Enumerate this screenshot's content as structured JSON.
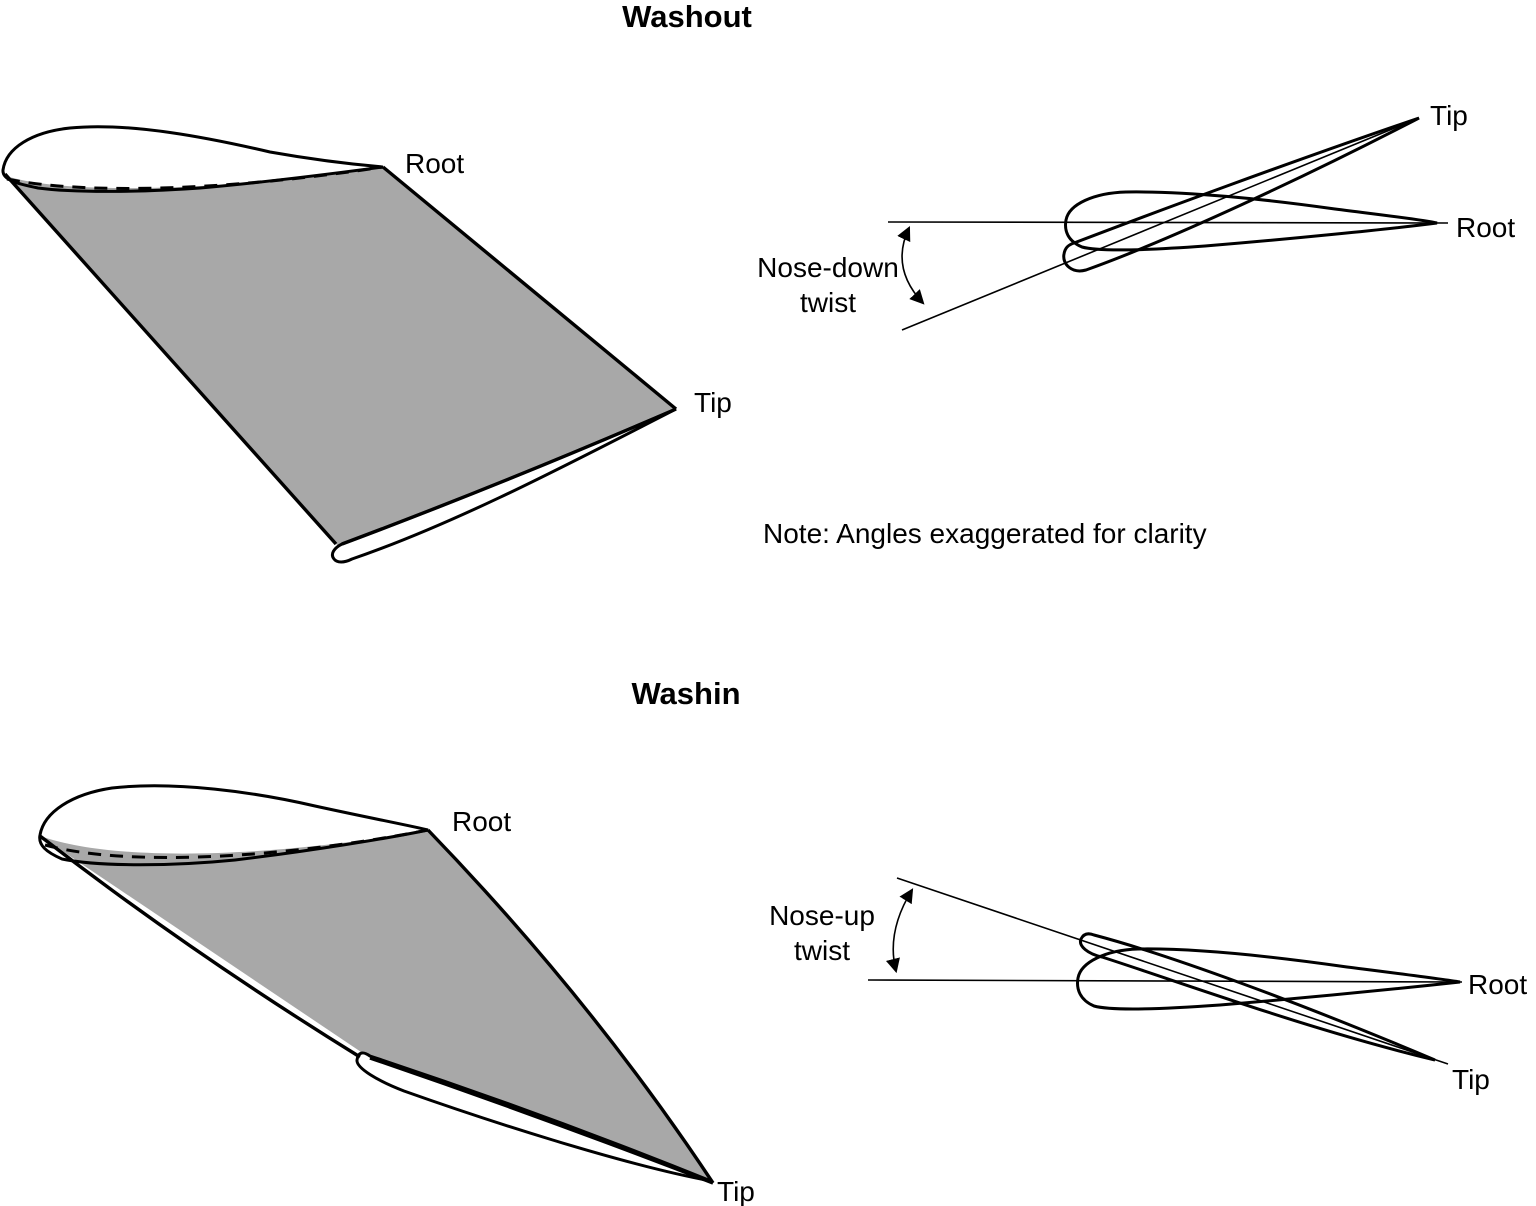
{
  "note": {
    "text": "Note: Angles exaggerated for clarity"
  },
  "colors": {
    "root_airfoil_red": "#de0000",
    "tip_airfoil_blue": "#16389e",
    "wing_surface_gray": "#a8a8a8",
    "outline_black": "#000000"
  },
  "washout": {
    "title": "Washout",
    "wing": {
      "root_label": "Root",
      "tip_label": "Tip"
    },
    "detail": {
      "tip_label": "Tip",
      "root_label": "Root",
      "twist_label": {
        "line1": "Nose-down",
        "line2": "twist"
      }
    }
  },
  "washin": {
    "title": "Washin",
    "wing": {
      "root_label": "Root",
      "tip_label": "Tip"
    },
    "detail": {
      "root_label": "Root",
      "tip_label": "Tip",
      "twist_label": {
        "line1": "Nose-up",
        "line2": "twist"
      }
    }
  }
}
